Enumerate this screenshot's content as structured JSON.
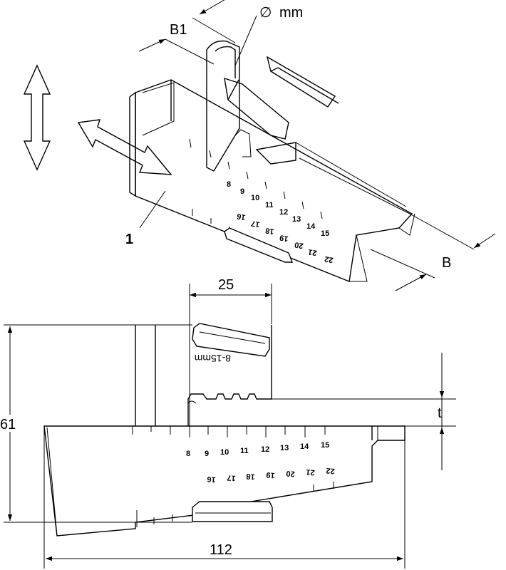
{
  "iso_view": {
    "part_number": "1",
    "diameter_symbol": "∅",
    "diameter_unit": "mm",
    "dim_b1": "B1",
    "dim_b": "B",
    "scale_top_row": [
      "8",
      "9",
      "10",
      "11",
      "12",
      "13",
      "14",
      "15"
    ],
    "scale_bottom_row": [
      "16",
      "17",
      "18",
      "19",
      "20",
      "21",
      "22"
    ]
  },
  "front_view": {
    "dim_width_top": "25",
    "dim_height": "61",
    "dim_length": "112",
    "dim_thickness": "t",
    "clip_label": "8-15mm",
    "scale_top_row": [
      "8",
      "9",
      "10",
      "11",
      "12",
      "13",
      "14",
      "15"
    ],
    "scale_bottom_row": [
      "16",
      "17",
      "18",
      "19",
      "20",
      "21",
      "22"
    ]
  }
}
